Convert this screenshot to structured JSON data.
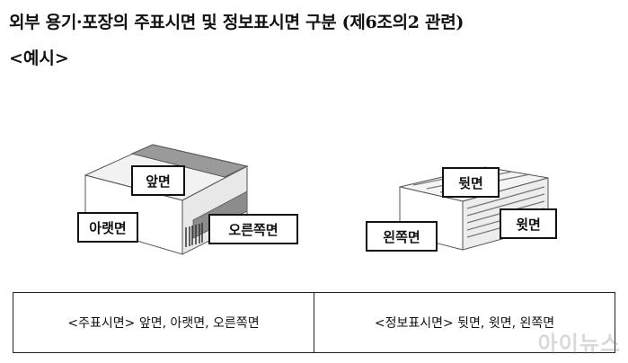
{
  "document": {
    "title": "외부 용기·포장의 주표시면 및 정보표시면 구분 (제6조의2 관련)",
    "subtitle": "<예시>"
  },
  "figures": {
    "left_box": {
      "labels": {
        "front": "앞면",
        "bottom": "아랫면",
        "right": "오른쪽면"
      }
    },
    "right_box": {
      "labels": {
        "back": "뒷면",
        "top": "윗면",
        "left": "왼쪽면"
      }
    }
  },
  "table": {
    "main_display": "<주표시면> 앞면, 아랫면, 오른쪽면",
    "info_display": "<정보표시면> 뒷면, 윗면, 왼쪽면"
  },
  "watermark": "아이뉴스"
}
